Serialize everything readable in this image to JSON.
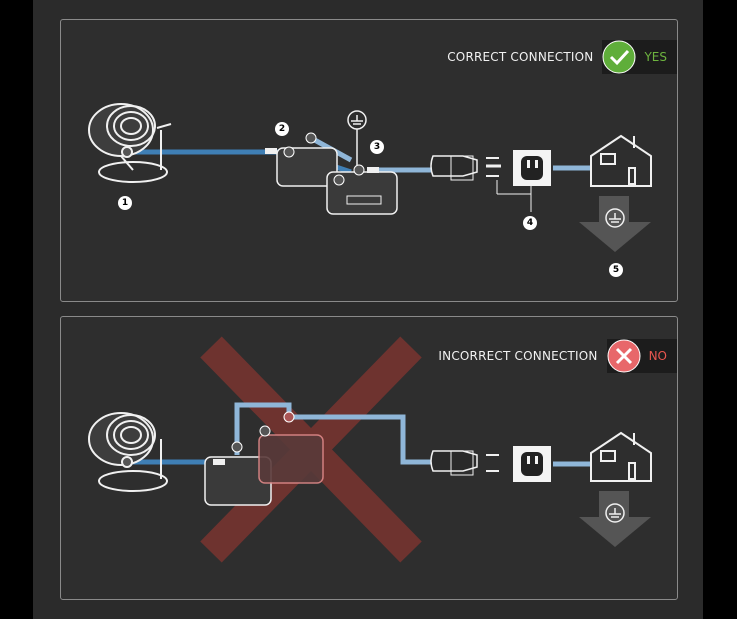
{
  "panels": {
    "correct": {
      "status_label": "CORRECT CONNECTION",
      "verdict": "YES",
      "verdict_color": "#6db33f",
      "badge_color": "#5fae3a",
      "callouts": [
        "1",
        "2",
        "3",
        "4",
        "5"
      ]
    },
    "incorrect": {
      "status_label": "INCORRECT CONNECTION",
      "verdict": "NO",
      "verdict_color": "#e8564f",
      "badge_color": "#e8676a",
      "cross_color": "#7a3430"
    }
  },
  "colors": {
    "cable": "#3f7fb5",
    "cable_light": "#8fb6d8",
    "line": "#f0f0f0",
    "dark_box": "#3a3a3a"
  },
  "icons": [
    "fan-icon",
    "isolator-icon",
    "ground-icon",
    "power-plug-icon",
    "wall-outlet-icon",
    "house-icon",
    "check-icon",
    "cross-icon"
  ]
}
